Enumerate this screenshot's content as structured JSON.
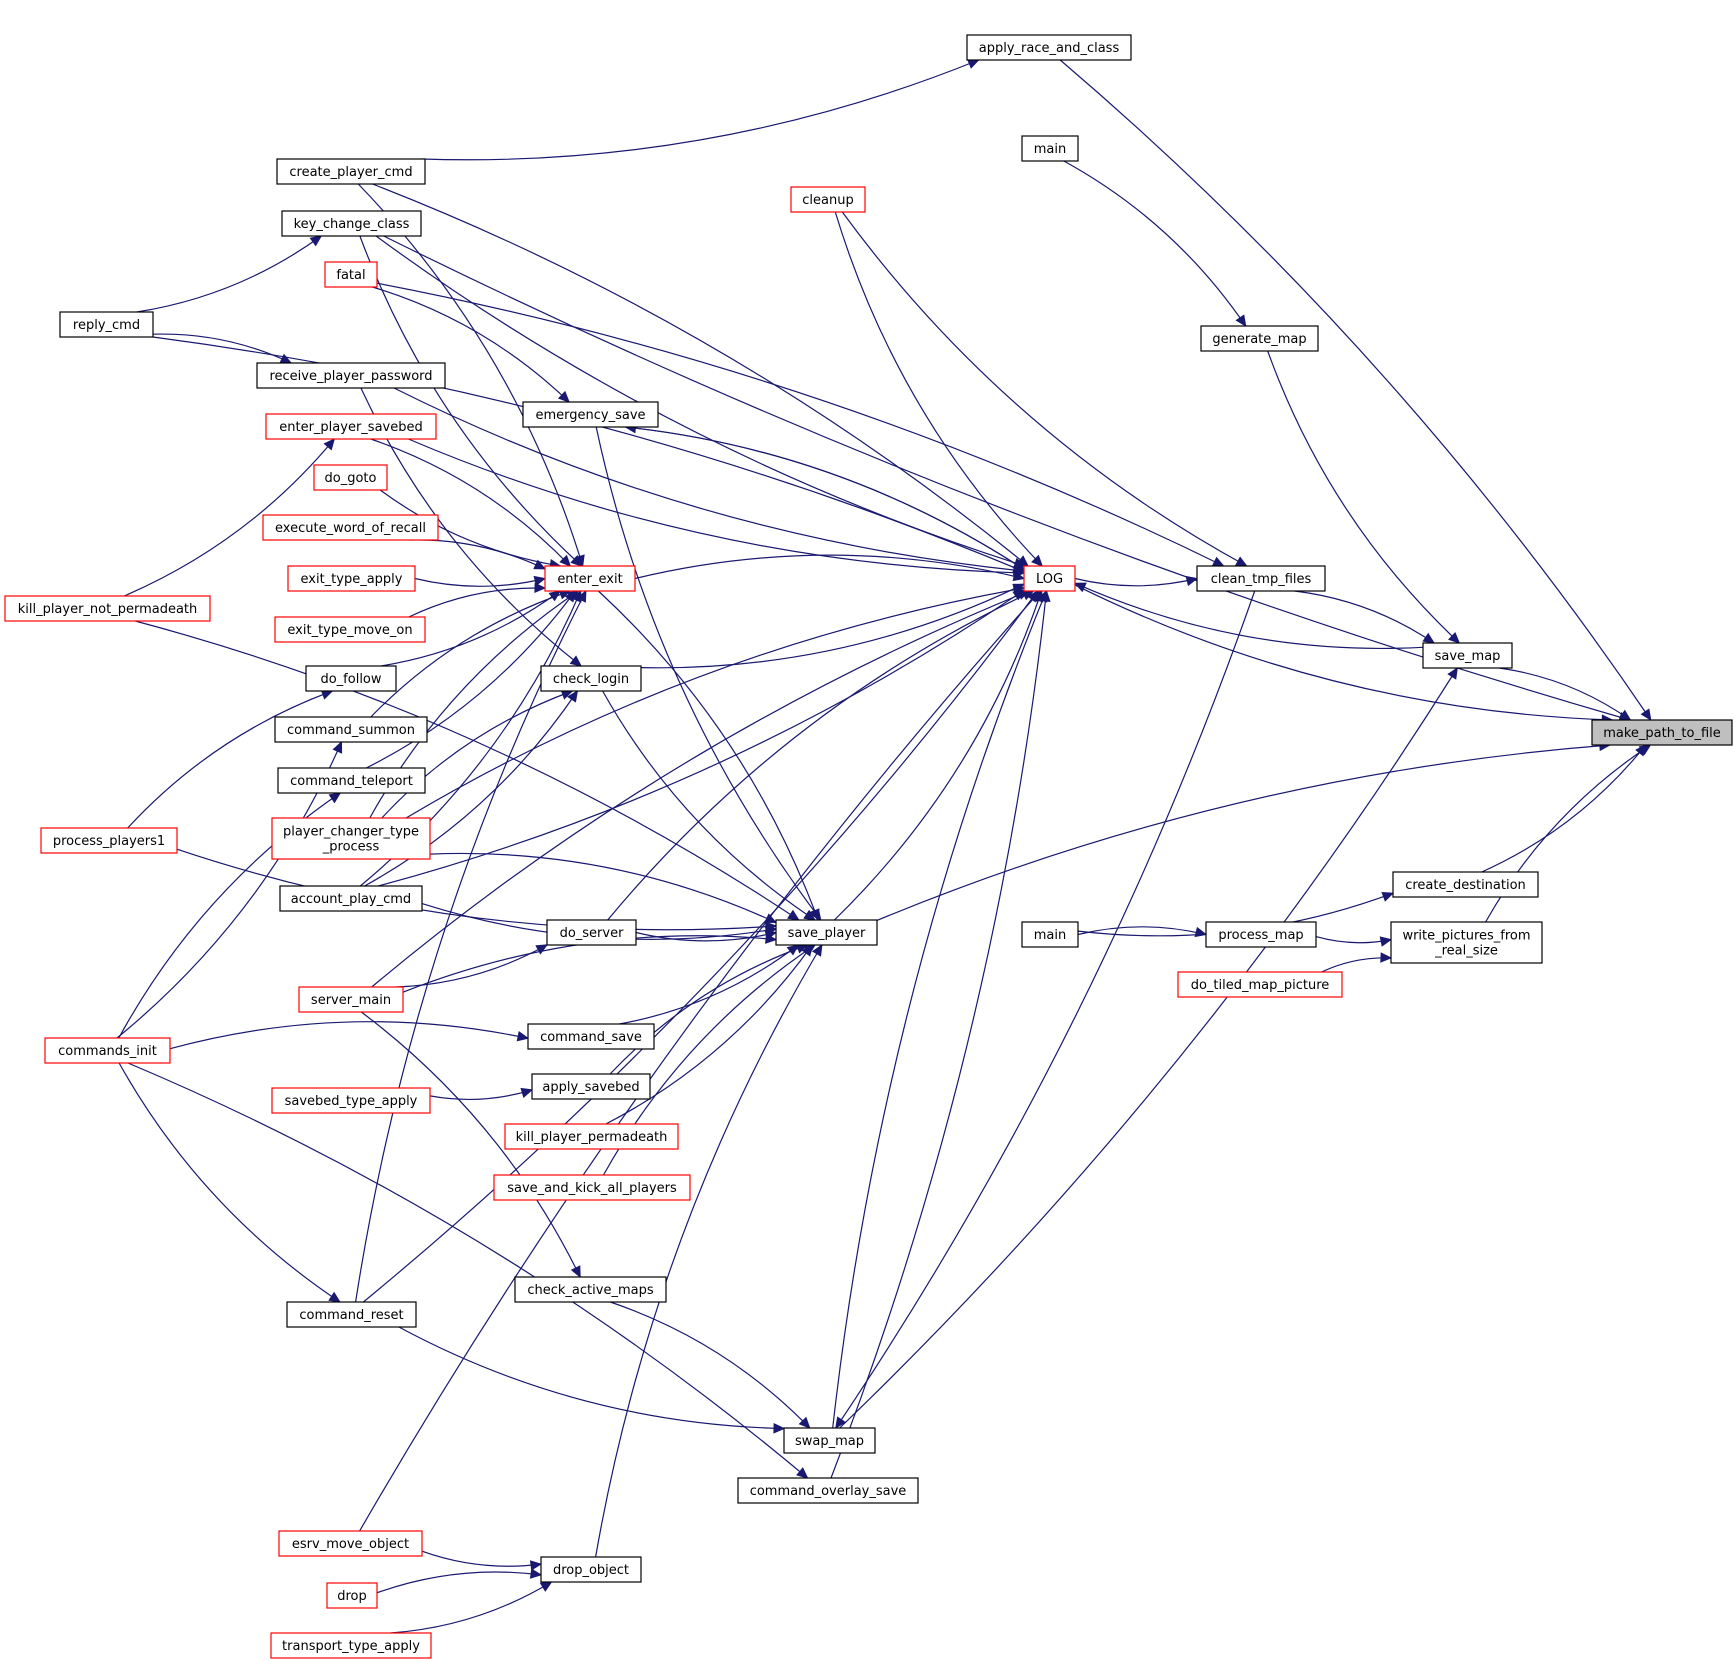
{
  "graph": {
    "title": "",
    "focus_node": "make_path_to_file",
    "colors": {
      "edge": "#191970",
      "normal_border": "#000000",
      "partial_border": "#ff0000",
      "focus_fill": "#bfbfbf"
    },
    "nodes": {
      "make_path_to_file": {
        "label": "make_path_to_file",
        "style": "focus"
      },
      "apply_race_and_class": {
        "label": "apply_race_and_class",
        "style": "normal"
      },
      "main_a": {
        "label": "main",
        "style": "normal"
      },
      "generate_map": {
        "label": "generate_map",
        "style": "normal"
      },
      "clean_tmp_files": {
        "label": "clean_tmp_files",
        "style": "normal"
      },
      "save_map": {
        "label": "save_map",
        "style": "normal"
      },
      "create_destination": {
        "label": "create_destination",
        "style": "normal"
      },
      "write_pictures": {
        "label": [
          "write_pictures_from",
          "_real_size"
        ],
        "style": "normal"
      },
      "main_b": {
        "label": "main",
        "style": "normal"
      },
      "process_map": {
        "label": "process_map",
        "style": "normal"
      },
      "do_tiled_map_picture": {
        "label": "do_tiled_map_picture",
        "style": "red"
      },
      "LOG": {
        "label": "LOG",
        "style": "red"
      },
      "cleanup": {
        "label": "cleanup",
        "style": "red"
      },
      "create_player_cmd": {
        "label": "create_player_cmd",
        "style": "normal"
      },
      "key_change_class": {
        "label": "key_change_class",
        "style": "normal"
      },
      "fatal": {
        "label": "fatal",
        "style": "red"
      },
      "reply_cmd": {
        "label": "reply_cmd",
        "style": "normal"
      },
      "receive_player_password": {
        "label": "receive_player_password",
        "style": "normal"
      },
      "emergency_save": {
        "label": "emergency_save",
        "style": "normal"
      },
      "enter_player_savebed": {
        "label": "enter_player_savebed",
        "style": "red"
      },
      "do_goto": {
        "label": "do_goto",
        "style": "red"
      },
      "execute_word_of_recall": {
        "label": "execute_word_of_recall",
        "style": "red"
      },
      "exit_type_apply": {
        "label": "exit_type_apply",
        "style": "red"
      },
      "enter_exit": {
        "label": "enter_exit",
        "style": "red"
      },
      "exit_type_move_on": {
        "label": "exit_type_move_on",
        "style": "red"
      },
      "kill_player_not_permadeath": {
        "label": "kill_player_not_permadeath",
        "style": "red"
      },
      "do_follow": {
        "label": "do_follow",
        "style": "normal"
      },
      "check_login": {
        "label": "check_login",
        "style": "normal"
      },
      "command_summon": {
        "label": "command_summon",
        "style": "normal"
      },
      "command_teleport": {
        "label": "command_teleport",
        "style": "normal"
      },
      "process_players1": {
        "label": "process_players1",
        "style": "red"
      },
      "player_changer": {
        "label": [
          "player_changer_type",
          "_process"
        ],
        "style": "red"
      },
      "account_play_cmd": {
        "label": "account_play_cmd",
        "style": "normal"
      },
      "do_server": {
        "label": "do_server",
        "style": "normal"
      },
      "save_player": {
        "label": "save_player",
        "style": "normal"
      },
      "server_main": {
        "label": "server_main",
        "style": "red"
      },
      "commands_init": {
        "label": "commands_init",
        "style": "red"
      },
      "command_save": {
        "label": "command_save",
        "style": "normal"
      },
      "savebed_type_apply": {
        "label": "savebed_type_apply",
        "style": "red"
      },
      "apply_savebed": {
        "label": "apply_savebed",
        "style": "normal"
      },
      "kill_player_permadeath": {
        "label": "kill_player_permadeath",
        "style": "red"
      },
      "save_and_kick_all_players": {
        "label": "save_and_kick_all_players",
        "style": "red"
      },
      "check_active_maps": {
        "label": "check_active_maps",
        "style": "normal"
      },
      "command_reset": {
        "label": "command_reset",
        "style": "normal"
      },
      "swap_map": {
        "label": "swap_map",
        "style": "normal"
      },
      "command_overlay_save": {
        "label": "command_overlay_save",
        "style": "normal"
      },
      "esrv_move_object": {
        "label": "esrv_move_object",
        "style": "red"
      },
      "drop_object": {
        "label": "drop_object",
        "style": "normal"
      },
      "drop": {
        "label": "drop",
        "style": "red"
      },
      "transport_type_apply": {
        "label": "transport_type_apply",
        "style": "red"
      }
    },
    "edges": [
      [
        "apply_race_and_class",
        "make_path_to_file"
      ],
      [
        "key_change_class",
        "make_path_to_file"
      ],
      [
        "save_map",
        "make_path_to_file"
      ],
      [
        "LOG",
        "make_path_to_file"
      ],
      [
        "save_player",
        "make_path_to_file"
      ],
      [
        "create_destination",
        "make_path_to_file"
      ],
      [
        "write_pictures",
        "make_path_to_file"
      ],
      [
        "create_player_cmd",
        "apply_race_and_class"
      ],
      [
        "main_a",
        "generate_map"
      ],
      [
        "generate_map",
        "save_map"
      ],
      [
        "clean_tmp_files",
        "save_map"
      ],
      [
        "swap_map",
        "save_map"
      ],
      [
        "save_map",
        "LOG"
      ],
      [
        "cleanup",
        "clean_tmp_files"
      ],
      [
        "fatal",
        "clean_tmp_files"
      ],
      [
        "LOG",
        "clean_tmp_files"
      ],
      [
        "clean_tmp_files",
        "swap_map"
      ],
      [
        "main_b",
        "create_destination"
      ],
      [
        "main_b",
        "process_map"
      ],
      [
        "process_map",
        "write_pictures"
      ],
      [
        "do_tiled_map_picture",
        "write_pictures"
      ],
      [
        "cleanup",
        "LOG"
      ],
      [
        "create_player_cmd",
        "LOG"
      ],
      [
        "key_change_class",
        "LOG"
      ],
      [
        "reply_cmd",
        "LOG"
      ],
      [
        "receive_player_password",
        "LOG"
      ],
      [
        "emergency_save",
        "LOG"
      ],
      [
        "enter_player_savebed",
        "LOG"
      ],
      [
        "enter_exit",
        "LOG"
      ],
      [
        "check_login",
        "LOG"
      ],
      [
        "player_changer",
        "LOG"
      ],
      [
        "account_play_cmd",
        "LOG"
      ],
      [
        "do_server",
        "LOG"
      ],
      [
        "save_player",
        "LOG"
      ],
      [
        "server_main",
        "LOG"
      ],
      [
        "command_reset",
        "LOG"
      ],
      [
        "swap_map",
        "LOG"
      ],
      [
        "command_overlay_save",
        "LOG"
      ],
      [
        "esrv_move_object",
        "LOG"
      ],
      [
        "LOG",
        "emergency_save"
      ],
      [
        "fatal",
        "emergency_save"
      ],
      [
        "reply_cmd",
        "key_change_class"
      ],
      [
        "reply_cmd",
        "receive_player_password"
      ],
      [
        "kill_player_not_permadeath",
        "enter_player_savebed"
      ],
      [
        "create_player_cmd",
        "enter_exit"
      ],
      [
        "key_change_class",
        "enter_exit"
      ],
      [
        "enter_player_savebed",
        "enter_exit"
      ],
      [
        "do_goto",
        "enter_exit"
      ],
      [
        "execute_word_of_recall",
        "enter_exit"
      ],
      [
        "exit_type_apply",
        "enter_exit"
      ],
      [
        "exit_type_move_on",
        "enter_exit"
      ],
      [
        "do_follow",
        "enter_exit"
      ],
      [
        "command_summon",
        "enter_exit"
      ],
      [
        "command_teleport",
        "enter_exit"
      ],
      [
        "player_changer",
        "enter_exit"
      ],
      [
        "account_play_cmd",
        "enter_exit"
      ],
      [
        "command_reset",
        "enter_exit"
      ],
      [
        "receive_player_password",
        "check_login"
      ],
      [
        "process_players1",
        "do_follow"
      ],
      [
        "commands_init",
        "command_summon"
      ],
      [
        "commands_init",
        "command_teleport"
      ],
      [
        "account_play_cmd",
        "check_login"
      ],
      [
        "player_changer",
        "check_login"
      ],
      [
        "emergency_save",
        "save_player"
      ],
      [
        "enter_exit",
        "save_player"
      ],
      [
        "check_login",
        "save_player"
      ],
      [
        "player_changer",
        "save_player"
      ],
      [
        "account_play_cmd",
        "save_player"
      ],
      [
        "kill_player_not_permadeath",
        "save_player"
      ],
      [
        "do_server",
        "save_player"
      ],
      [
        "server_main",
        "save_player"
      ],
      [
        "command_save",
        "save_player"
      ],
      [
        "apply_savebed",
        "save_player"
      ],
      [
        "kill_player_permadeath",
        "save_player"
      ],
      [
        "save_and_kick_all_players",
        "save_player"
      ],
      [
        "process_players1",
        "save_player"
      ],
      [
        "drop_object",
        "save_player"
      ],
      [
        "server_main",
        "do_server"
      ],
      [
        "commands_init",
        "command_save"
      ],
      [
        "savebed_type_apply",
        "apply_savebed"
      ],
      [
        "server_main",
        "check_active_maps"
      ],
      [
        "commands_init",
        "command_reset"
      ],
      [
        "check_active_maps",
        "swap_map"
      ],
      [
        "command_reset",
        "swap_map"
      ],
      [
        "commands_init",
        "command_overlay_save"
      ],
      [
        "esrv_move_object",
        "drop_object"
      ],
      [
        "drop",
        "drop_object"
      ],
      [
        "transport_type_apply",
        "drop_object"
      ]
    ]
  }
}
